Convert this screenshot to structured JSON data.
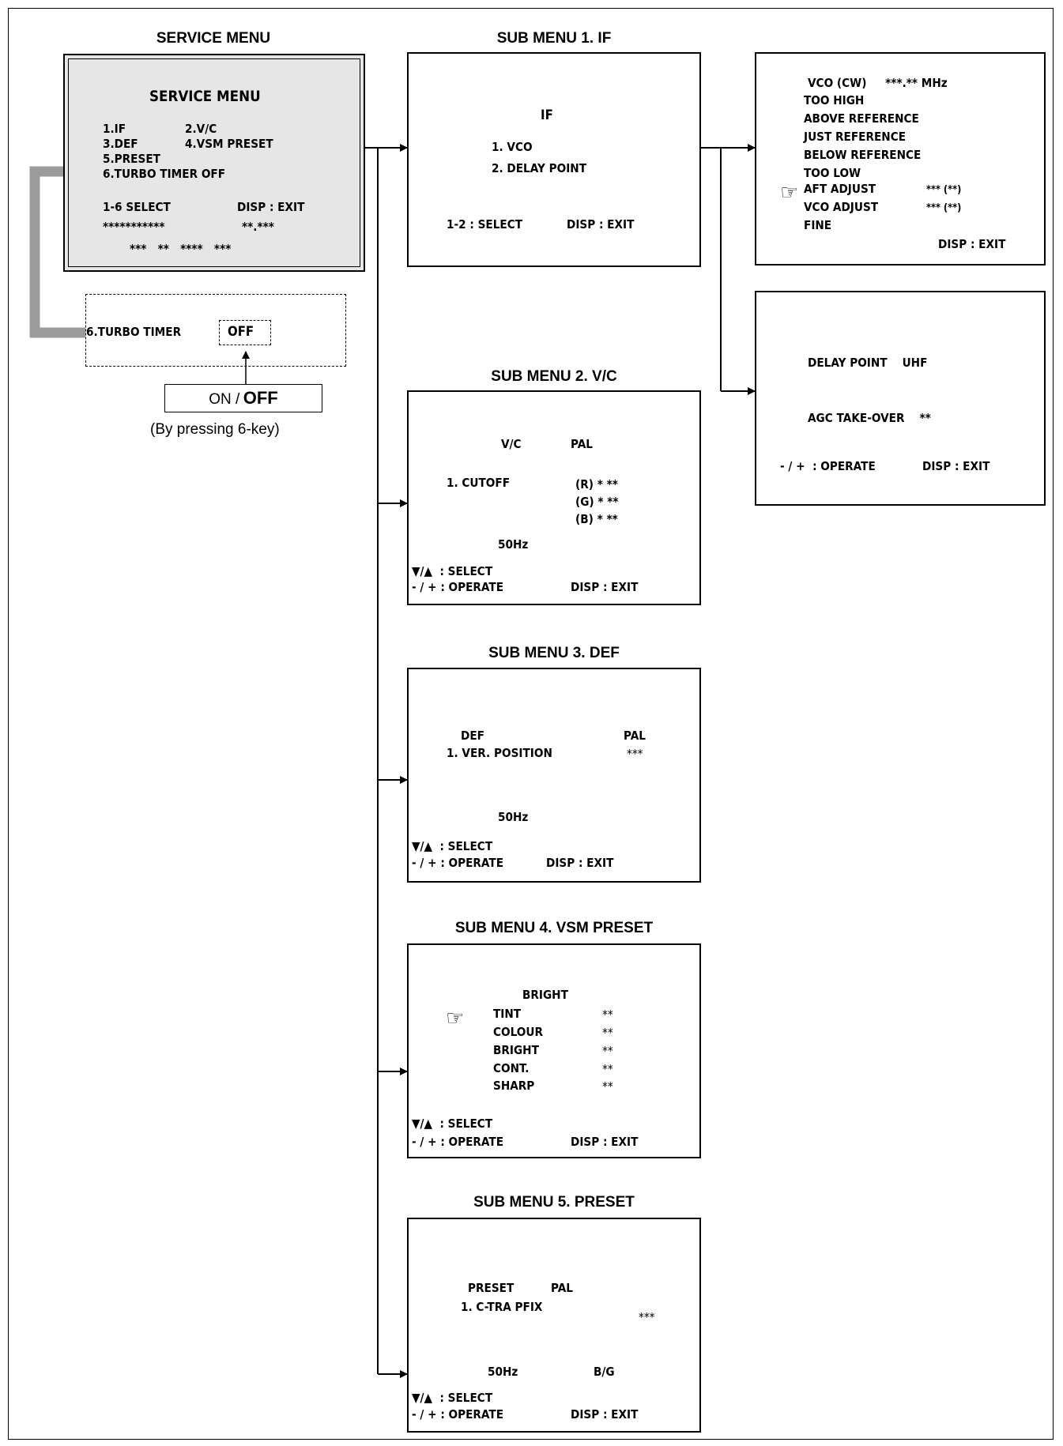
{
  "service": {
    "title": "SERVICE MENU",
    "screen_title": "SERVICE MENU",
    "item1": "1.IF",
    "item2": "2.V/C",
    "item3": "3.DEF",
    "item4": "4.VSM PRESET",
    "item5": "5.PRESET",
    "item6": "6.TURBO TIMER OFF",
    "select": "1-6 SELECT",
    "exit": "DISP : EXIT",
    "stars_a": "***********",
    "stars_b": "**.***",
    "stars_c": "***   **   ****   ***"
  },
  "turbo": {
    "label": "6.TURBO TIMER",
    "value": "OFF",
    "toggle_on": "ON /",
    "toggle_off": "OFF",
    "caption": "(By pressing 6-key)"
  },
  "sub1": {
    "title": "SUB MENU 1. IF",
    "heading": "IF",
    "item1": "1. VCO",
    "item2": "2. DELAY POINT",
    "select": "1-2 : SELECT",
    "exit": "DISP : EXIT"
  },
  "vco": {
    "line1": "VCO (CW)     ***.** MHz",
    "too_high": "TOO HIGH",
    "above": "ABOVE REFERENCE",
    "just": "JUST REFERENCE",
    "below": "BELOW REFERENCE",
    "too_low": "TOO LOW",
    "aft": "AFT ADJUST",
    "aft_val": "*** (**)",
    "vco_adj": "VCO ADJUST",
    "vco_val": "*** (**)",
    "fine": "FINE",
    "exit": "DISP : EXIT"
  },
  "delay": {
    "line1": "DELAY POINT    UHF",
    "line2": "AGC TAKE-OVER    **",
    "operate": "- / +  : OPERATE",
    "exit": "DISP : EXIT"
  },
  "sub2": {
    "title": "SUB MENU 2. V/C",
    "heading": "V/C",
    "pal": "PAL",
    "item1": "1. CUTOFF",
    "r": "(R) * **",
    "g": "(G) * **",
    "b": "(B) * **",
    "hz": "50Hz",
    "select": "▼/▲  : SELECT",
    "operate": "- / + : OPERATE",
    "exit": "DISP : EXIT"
  },
  "sub3": {
    "title": "SUB MENU 3. DEF",
    "heading": "DEF",
    "pal": "PAL",
    "item1": "1. VER. POSITION",
    "val": "***",
    "hz": "50Hz",
    "select": "▼/▲  : SELECT",
    "operate": "- / + : OPERATE",
    "exit": "DISP : EXIT"
  },
  "sub4": {
    "title": "SUB MENU 4. VSM PRESET",
    "heading": "BRIGHT",
    "items": [
      "TINT",
      "COLOUR",
      "BRIGHT",
      "CONT.",
      "SHARP"
    ],
    "vals": [
      "**",
      "**",
      "**",
      "**",
      "**"
    ],
    "select": "▼/▲  : SELECT",
    "operate": "- / + : OPERATE",
    "exit": "DISP : EXIT"
  },
  "sub5": {
    "title": "SUB MENU 5. PRESET",
    "heading": "PRESET",
    "pal": "PAL",
    "item1": "1. C-TRA PFIX",
    "val": "***",
    "hz": "50Hz",
    "bg": "B/G",
    "select": "▼/▲  : SELECT",
    "operate": "- / + : OPERATE",
    "exit": "DISP : EXIT"
  }
}
